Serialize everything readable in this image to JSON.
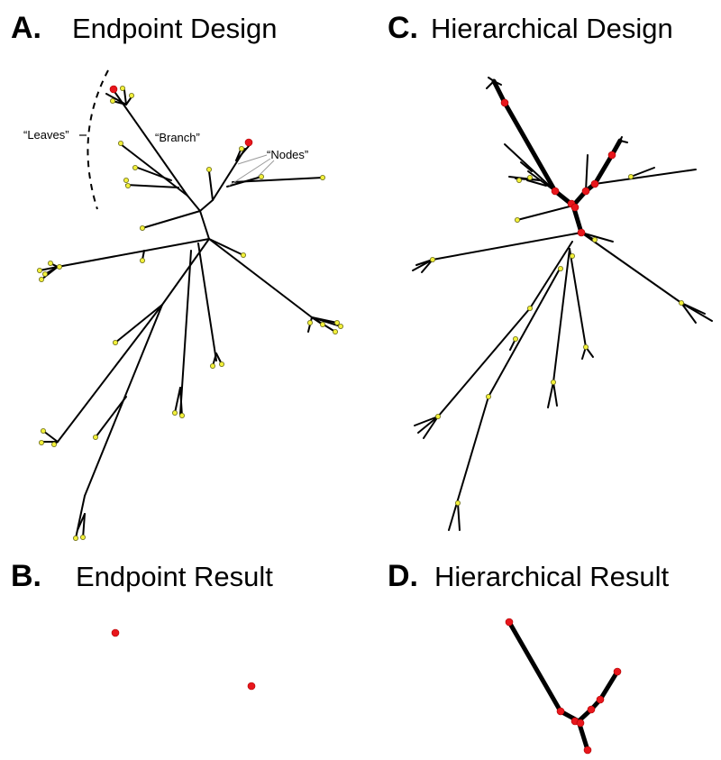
{
  "panels": {
    "a": {
      "letter": "A.",
      "title": "Endpoint Design"
    },
    "b": {
      "letter": "B.",
      "title": "Endpoint Result"
    },
    "c": {
      "letter": "C.",
      "title": "Hierarchical Design"
    },
    "d": {
      "letter": "D.",
      "title": "Hierarchical Result"
    }
  },
  "annotations": {
    "leaves": "“Leaves”",
    "branch": "“Branch”",
    "nodes": "“Nodes”"
  },
  "colors": {
    "node_yellow": "#f2f03a",
    "node_red": "#e8161c",
    "edge": "#000000"
  }
}
